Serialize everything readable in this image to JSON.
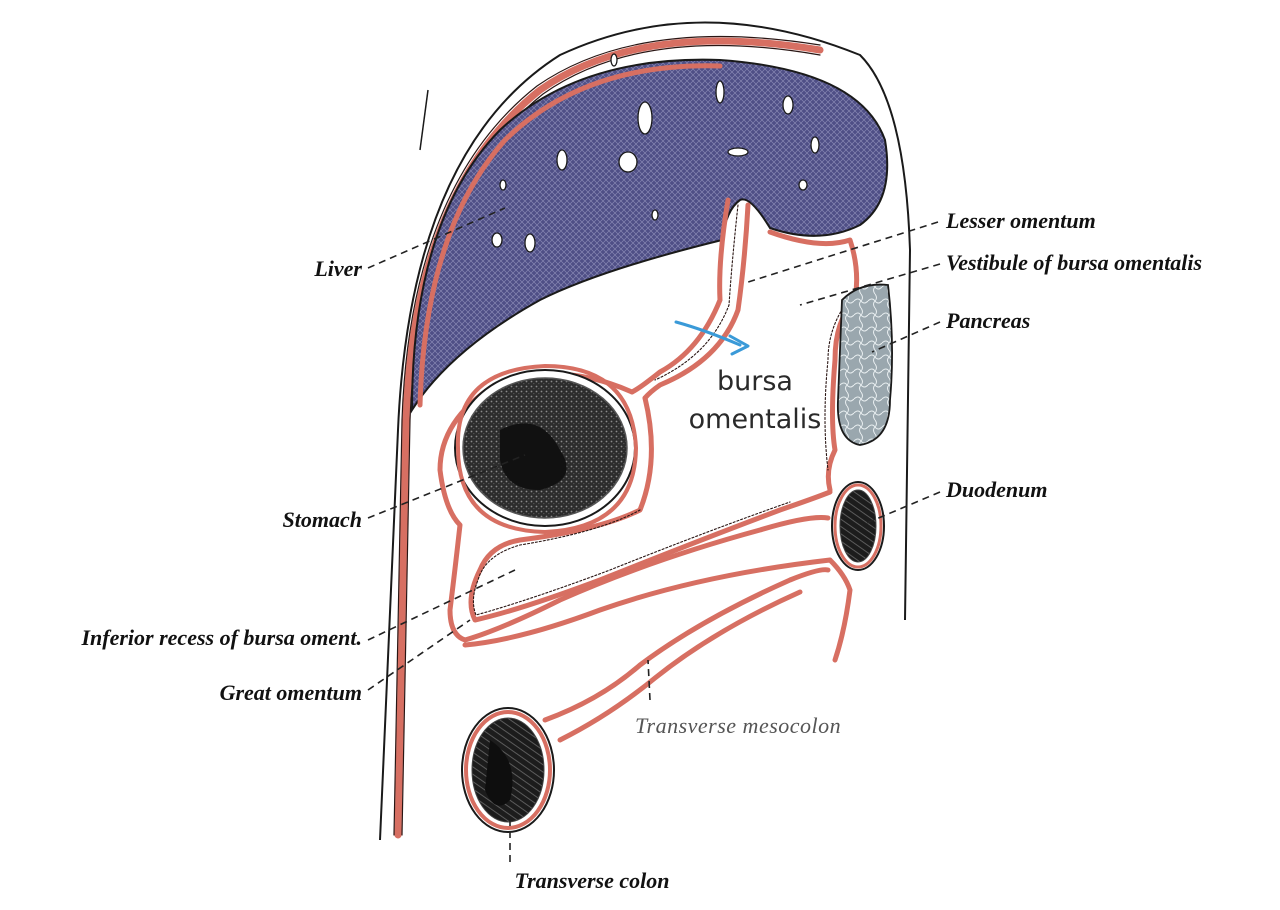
{
  "colors": {
    "peritoneum": "#d76f62",
    "liver": "#4f4f86",
    "pancreas": "#9aa7ae",
    "arrow": "#3a9ad8",
    "outline": "#1a1a1a"
  },
  "labels": {
    "liver": "Liver",
    "stomach": "Stomach",
    "inferior_recess": "Inferior recess of bursa oment.",
    "great_omentum": "Great omentum",
    "lesser_omentum": "Lesser omentum",
    "vestibule": "Vestibule of bursa omentalis",
    "pancreas": "Pancreas",
    "duodenum": "Duodenum",
    "transverse_mesocolon": "Transverse mesocolon",
    "transverse_colon": "Transverse colon"
  },
  "center_label": {
    "line1": "bursa",
    "line2": "omentalis"
  },
  "icons": {
    "flow_arrow": "arrow-icon"
  }
}
